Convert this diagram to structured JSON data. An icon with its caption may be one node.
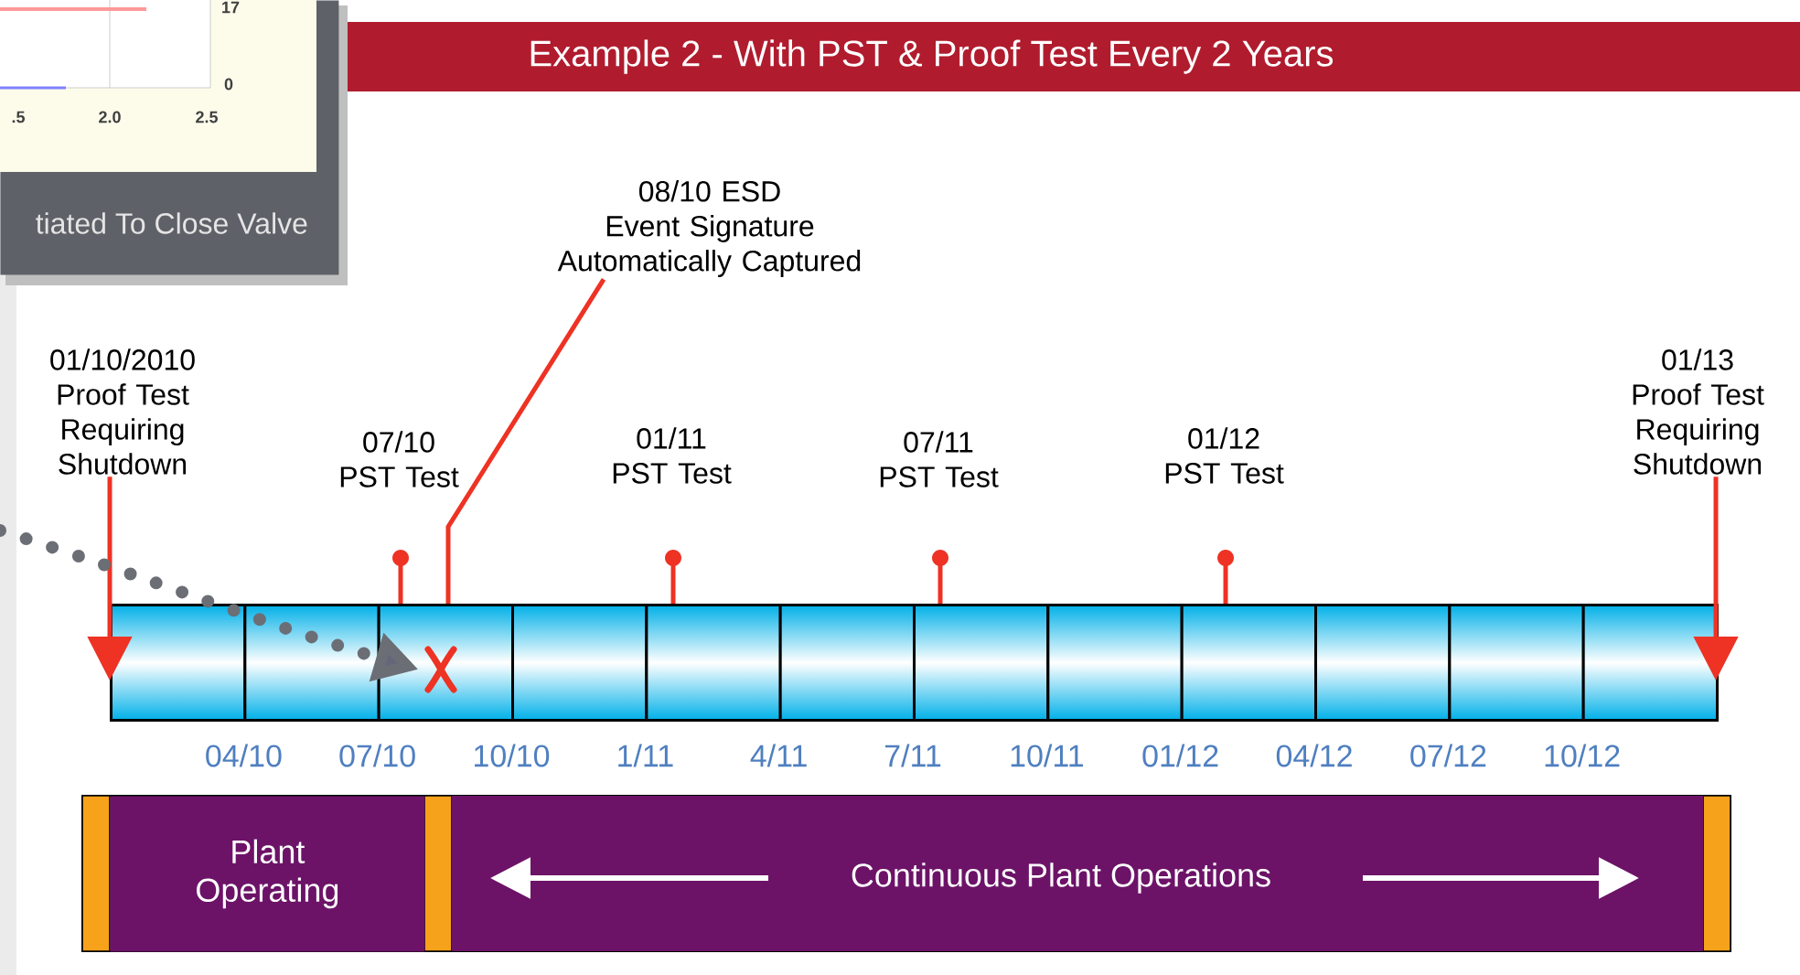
{
  "diagram": {
    "title": "Example 2 - With PST & Proof Test Every 2 Years",
    "nodes": [
      {
        "text": [
          "tiated To Close Valve"
        ]
      },
      {
        "text": [
          "08/10 ESD Event Signature Automatically Captured"
        ]
      },
      {
        "text": [
          "01/10/2010 Proof Test Requiring Shutdown"
        ]
      },
      {
        "text": [
          "01/13 Proof Test Requiring Shutdown"
        ]
      },
      {
        "text": [],
        "shape": "bar"
      },
      {
        "text": [],
        "shape": "box",
        "in": 4
      },
      {
        "text": [],
        "shape": "box",
        "in": 4
      },
      {
        "text": [],
        "shape": "box",
        "in": 4
      },
      {
        "text": [],
        "shape": "box",
        "in": 4
      },
      {
        "text": [],
        "shape": "box",
        "in": 4
      },
      {
        "text": [],
        "shape": "box",
        "in": 4
      },
      {
        "text": [],
        "shape": "box",
        "in": 4
      },
      {
        "text": [],
        "shape": "box",
        "in": 4
      },
      {
        "text": [],
        "shape": "box",
        "in": 4
      },
      {
        "text": [],
        "shape": "box",
        "in": 4
      },
      {
        "text": [],
        "shape": "box",
        "in": 4
      },
      {
        "text": [],
        "shape": "box",
        "in": 4
      },
      {
        "text": [],
        "shape": "cross",
        "in": 7
      },
      {
        "text": [
          "Plant Operating"
        ]
      },
      {
        "text": [
          "Continuous Plant Operations"
        ]
      }
    ],
    "edges": [
      {
        "from": 2,
        "to": 4,
        "arrow": "to"
      },
      {
        "from": 3,
        "to": 4,
        "arrow": "to"
      },
      {
        "from": 1,
        "to": 7,
        "arrow": "none"
      },
      {
        "from": null,
        "to": 17,
        "arrow": "to",
        "style": "dashed",
        "color": "#6b6e75"
      }
    ],
    "labels": [
      "17",
      "0",
      ".5",
      "2.0",
      "2.5",
      "07/10 PST Test",
      "01/11 PST Test",
      "07/11 PST Test",
      "01/12 PST Test",
      "04/10",
      "07/10",
      "10/10",
      "1/11",
      "4/11",
      "7/11",
      "10/11",
      "01/12",
      "04/12",
      "07/12",
      "10/12"
    ]
  }
}
